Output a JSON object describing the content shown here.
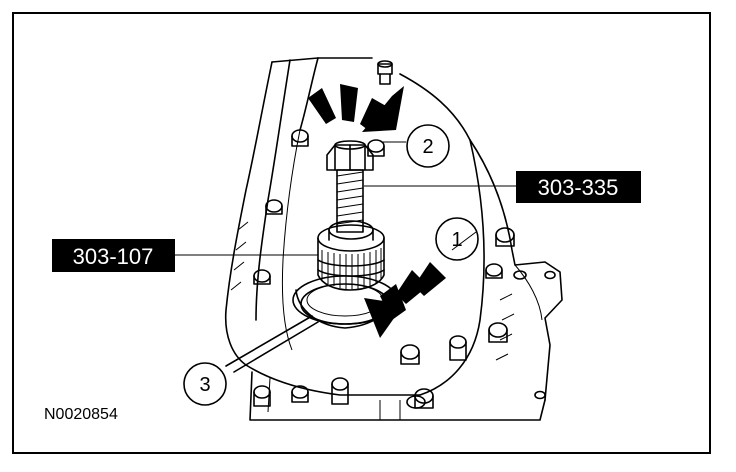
{
  "callouts": {
    "tool_top": "303-335",
    "tool_left": "303-107"
  },
  "markers": {
    "one": "1",
    "two": "2",
    "three": "3"
  },
  "figure_id": "N0020854",
  "colors": {
    "ink": "#000000",
    "paper": "#ffffff"
  }
}
